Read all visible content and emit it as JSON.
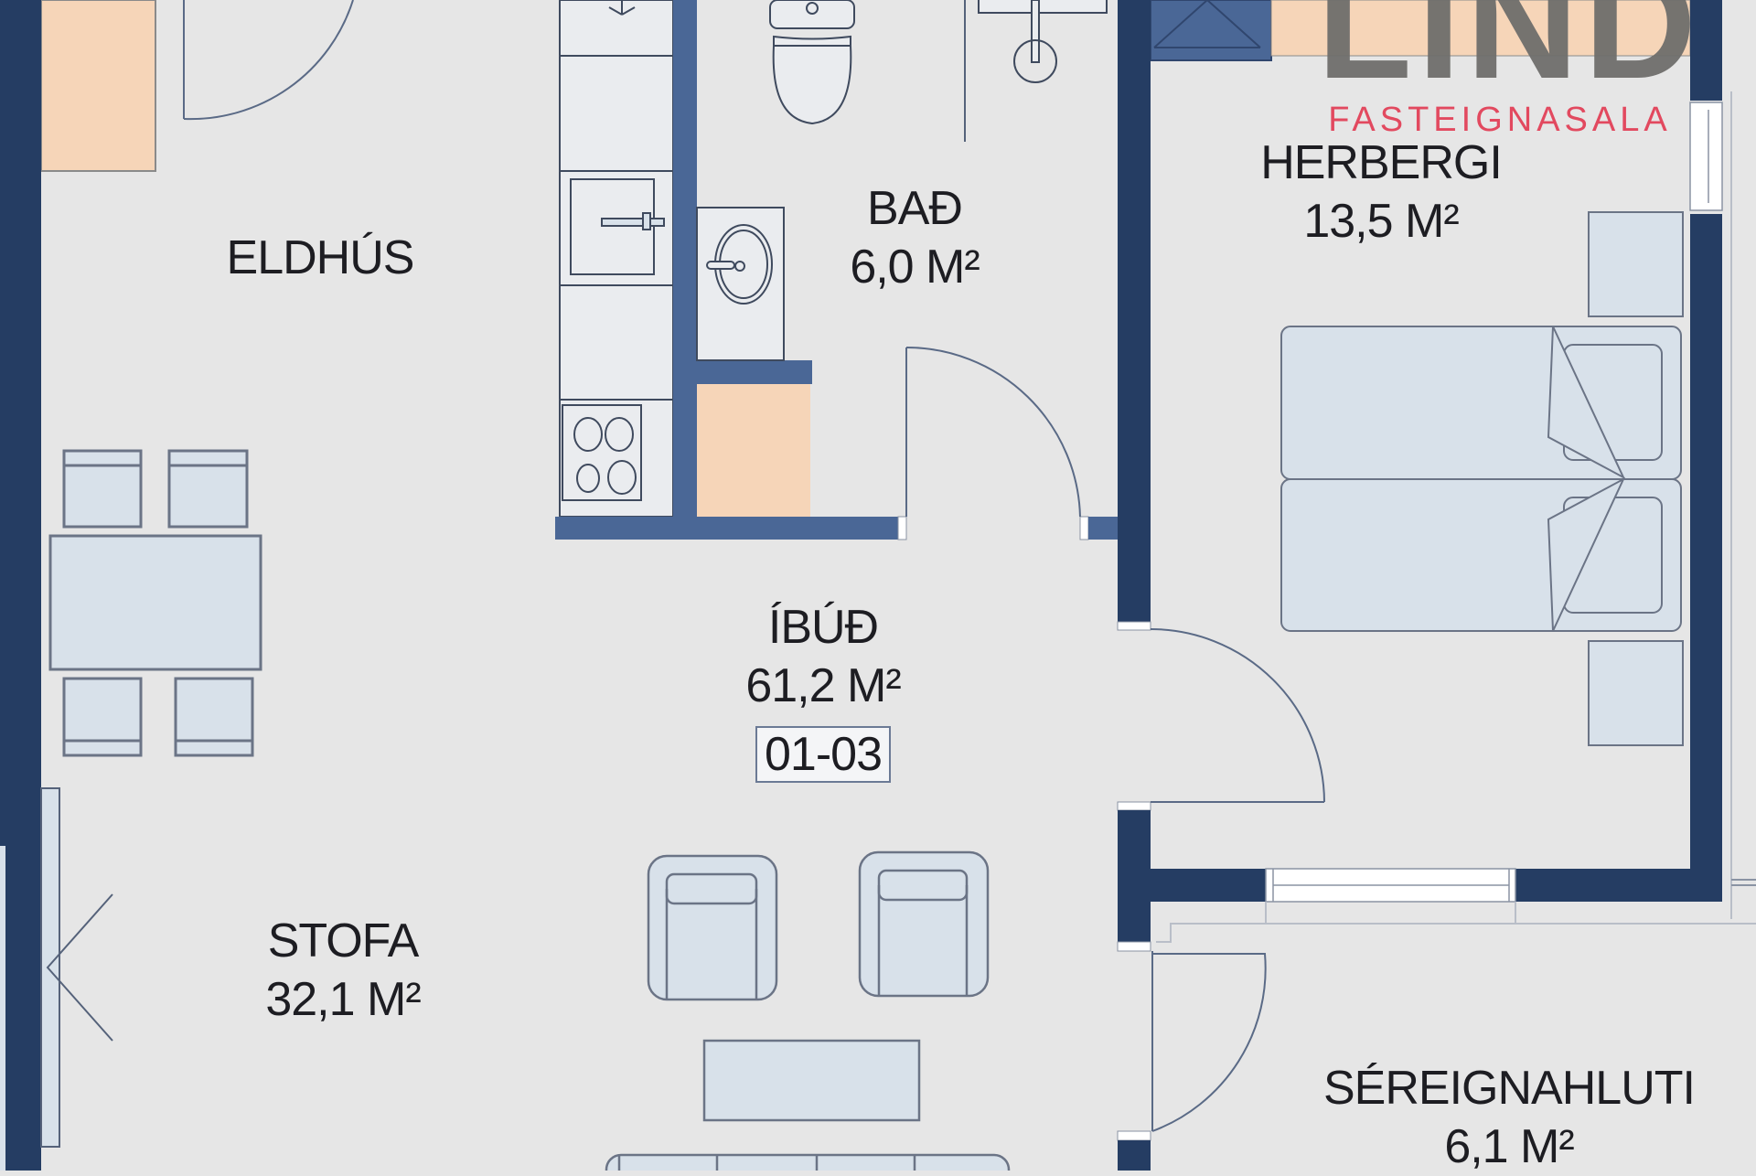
{
  "plan": {
    "unit_label": "ÍBÚÐ",
    "unit_area": "61,2 M²",
    "unit_number": "01-03",
    "rooms": [
      {
        "id": "eldhus",
        "name": "ELDHÚS",
        "area": ""
      },
      {
        "id": "bad",
        "name": "BAÐ",
        "area": "6,0 M²"
      },
      {
        "id": "herbergi",
        "name": "HERBERGI",
        "area": "13,5 M²"
      },
      {
        "id": "stofa",
        "name": "STOFA",
        "area": "32,1 M²"
      },
      {
        "id": "sereignahluti",
        "name": "SÉREIGNAHLUTI",
        "area": "6,1 M²"
      }
    ],
    "colors": {
      "background": "#e6e6e6",
      "outer_wall": "#253d63",
      "inner_wall": "#4a6796",
      "peach": "#f6d5b8",
      "furniture_fill": "#d8e1ea",
      "line": "#55627a"
    }
  },
  "logo": {
    "brand": "LIND",
    "subtitle": "FASTEIGNASALA",
    "brand_color": "#6f6e6c",
    "subtitle_color": "#e2495f"
  }
}
